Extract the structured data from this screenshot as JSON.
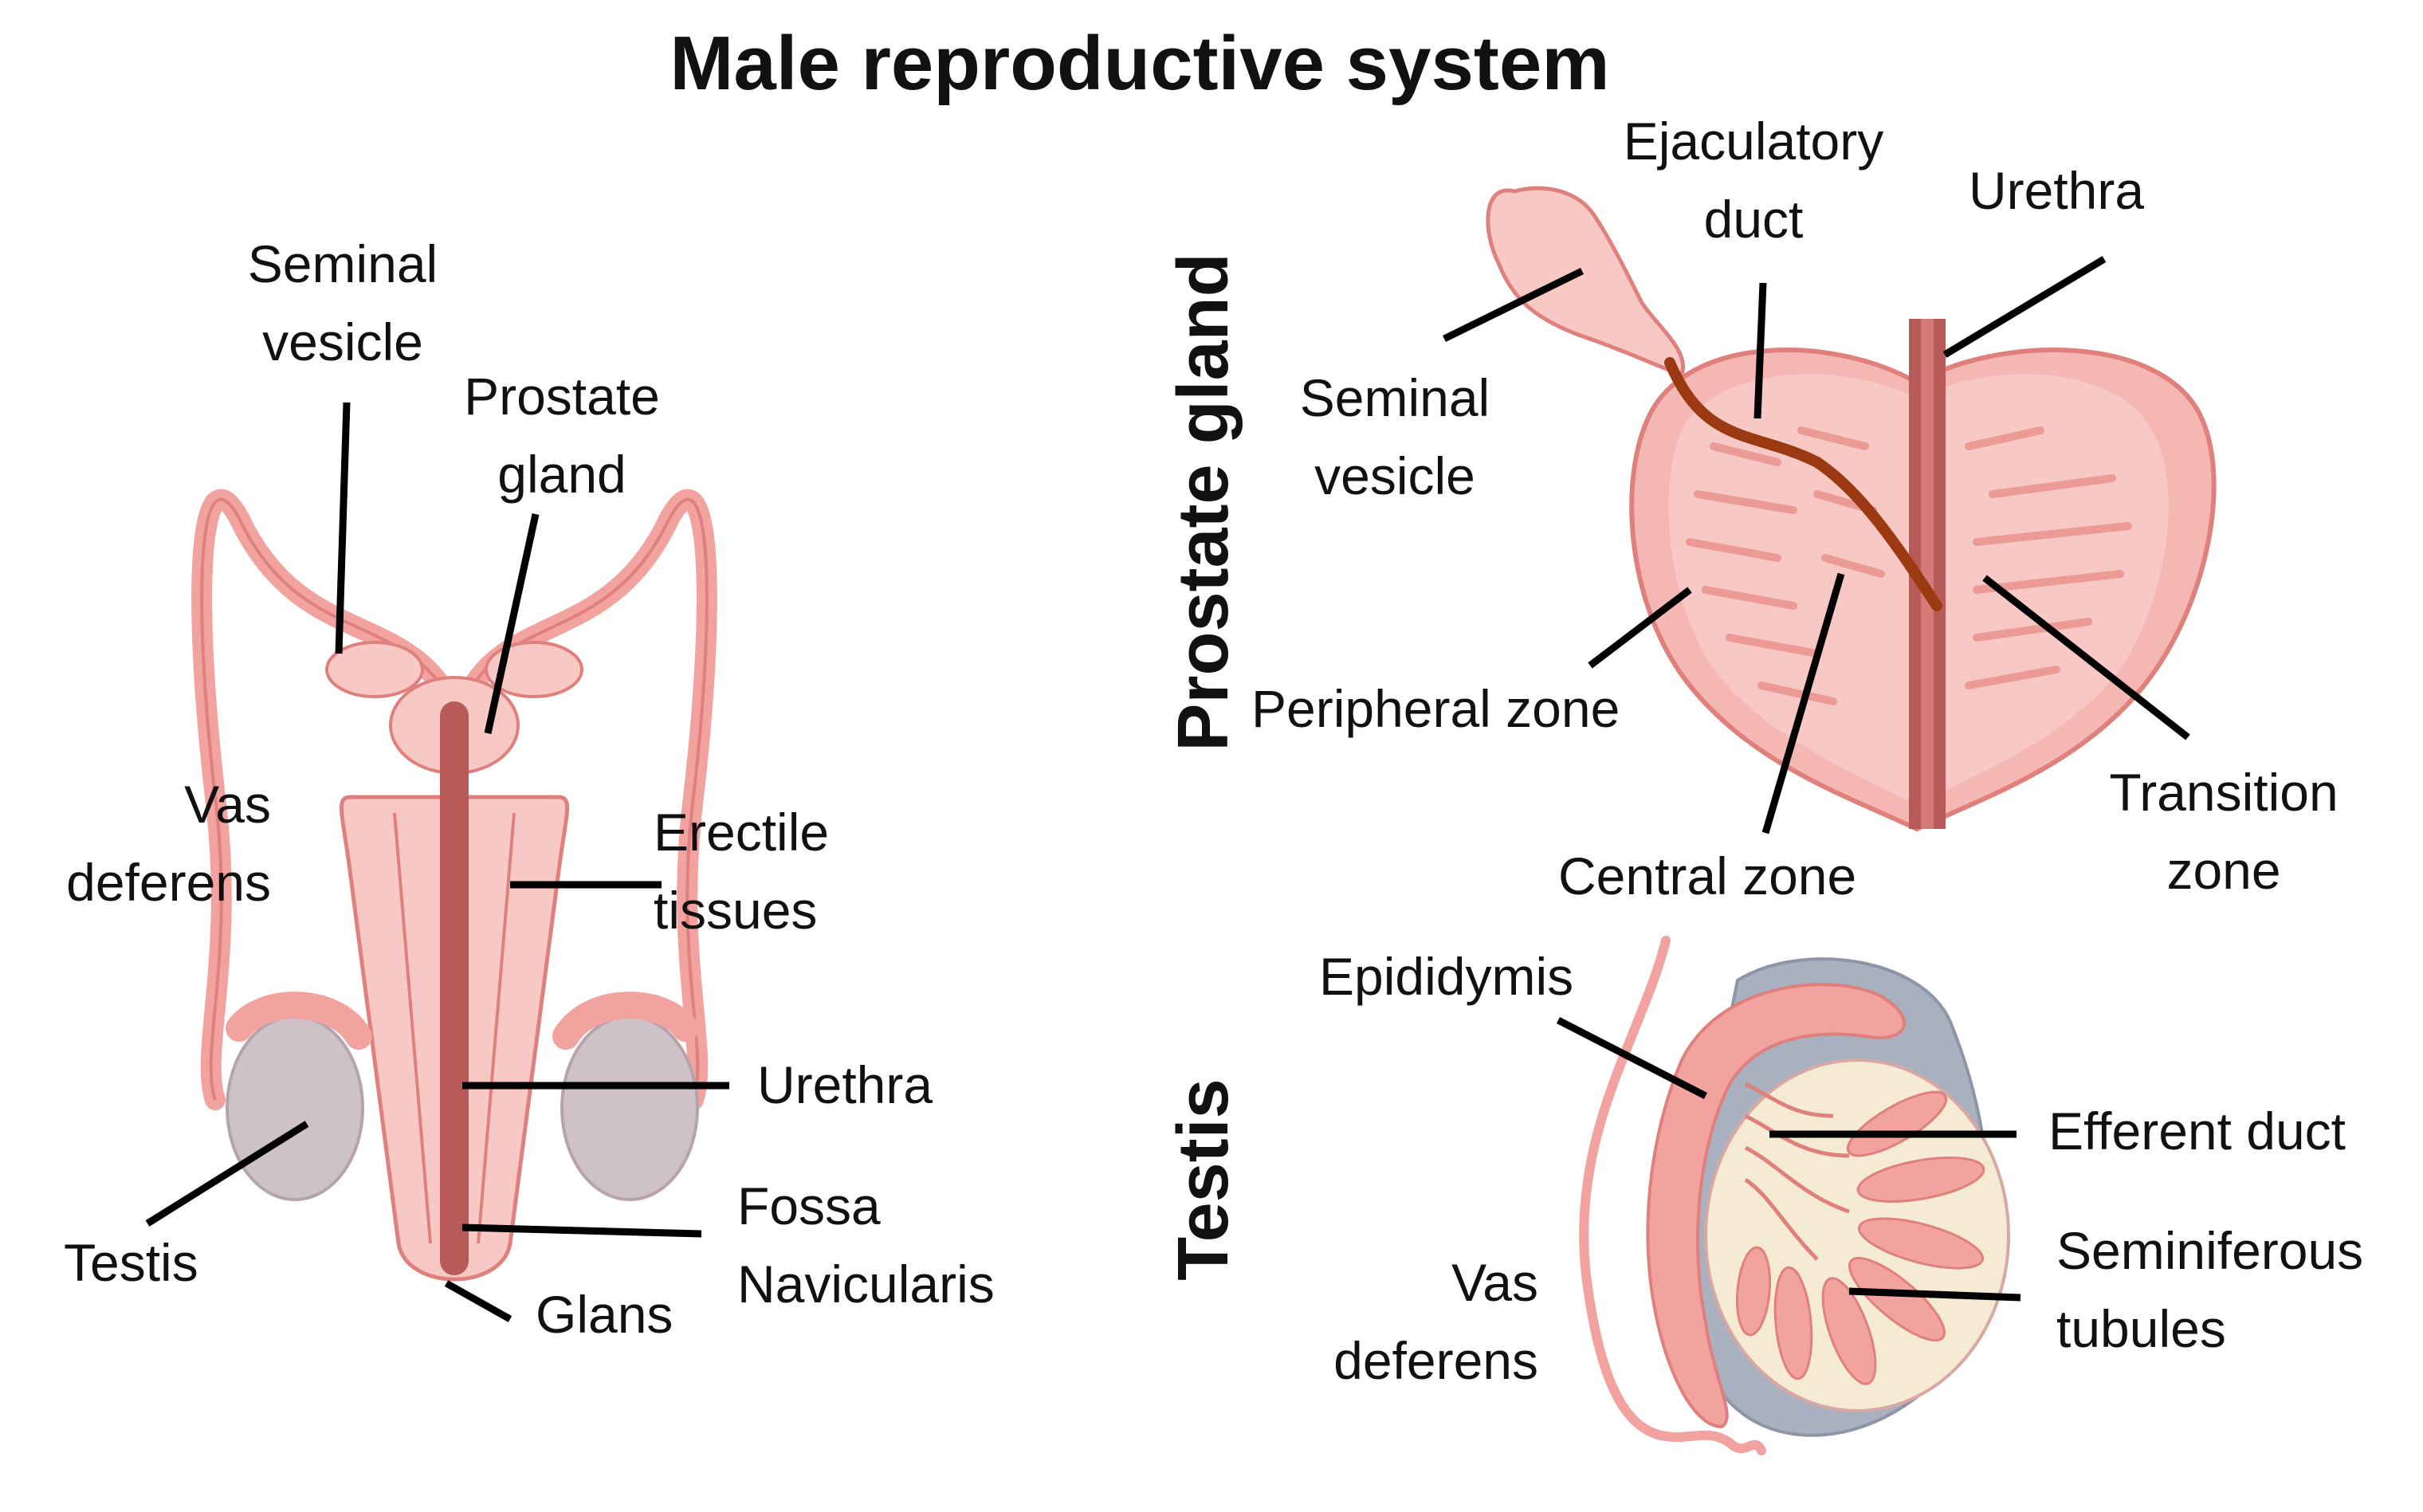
{
  "title": "Male reproductive system",
  "sections": {
    "prostate": "Prostate gland",
    "testis": "Testis"
  },
  "labels": {
    "left": {
      "seminal_vesicle": [
        "Seminal",
        "vesicle"
      ],
      "prostate_gland": [
        "Prostate",
        "gland"
      ],
      "vas_deferens": [
        "Vas",
        "deferens"
      ],
      "erectile_tissues": [
        "Erectile",
        "tissues"
      ],
      "urethra": "Urethra",
      "testis": "Testis",
      "fossa_navicularis": [
        "Fossa",
        "Navicularis"
      ],
      "glans": "Glans"
    },
    "prostate": {
      "ejaculatory_duct": [
        "Ejaculatory",
        "duct"
      ],
      "urethra": "Urethra",
      "seminal_vesicle": [
        "Seminal",
        "vesicle"
      ],
      "peripheral_zone": "Peripheral zone",
      "central_zone": "Central zone",
      "transition_zone": [
        "Transition",
        "zone"
      ]
    },
    "testis": {
      "epididymis": "Epididymis",
      "efferent_duct": "Efferent duct",
      "seminiferous_tubules": [
        "Seminiferous",
        "tubules"
      ],
      "vas_deferens": [
        "Vas",
        "deferens"
      ]
    }
  },
  "colors": {
    "tissue_pink": "#f2a3a0",
    "tissue_light": "#f8c9c4",
    "outline": "#e0807c",
    "urethra_dark": "#b85a58",
    "ejaculatory_duct": "#9b3a12",
    "testis_gray": "#cfc1c8",
    "tunica_gray": "#a9b0bf",
    "testis_interior": "#f5ebd4",
    "leader_line": "#000000"
  }
}
